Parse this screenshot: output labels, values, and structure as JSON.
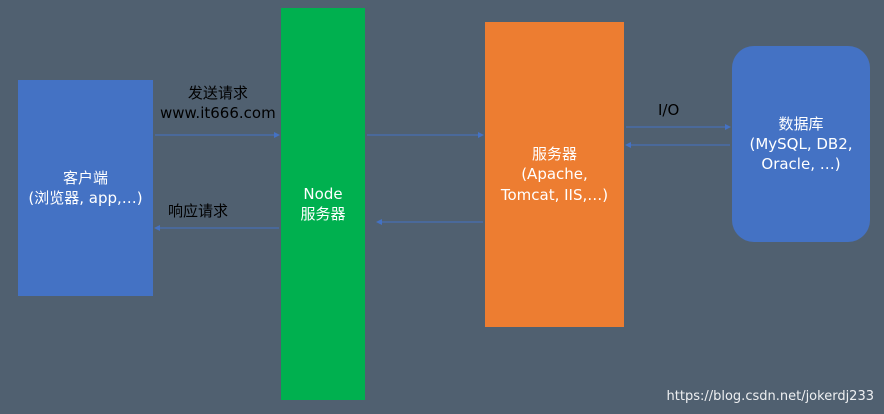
{
  "client": {
    "title": "客户端",
    "subtitle": "(浏览器, app,…)"
  },
  "node": {
    "line1": "Node",
    "line2": "服务器"
  },
  "server": {
    "title": "服务器",
    "subtitle_line1": "(Apache,",
    "subtitle_line2": "Tomcat, IIS,…)"
  },
  "database": {
    "title": "数据库",
    "subtitle_line1": "(MySQL, DB2,",
    "subtitle_line2": "Oracle, …)"
  },
  "labels": {
    "send_request": "发送请求",
    "send_url": "www.it666.com",
    "respond_request": "响应请求",
    "io": "I/O"
  },
  "watermark": "https://blog.csdn.net/jokerdj233",
  "colors": {
    "background": "#506070",
    "client": "#4472c4",
    "node": "#00b04f",
    "server": "#ed7d31",
    "database": "#4472c4",
    "arrow": "#4472c4"
  }
}
